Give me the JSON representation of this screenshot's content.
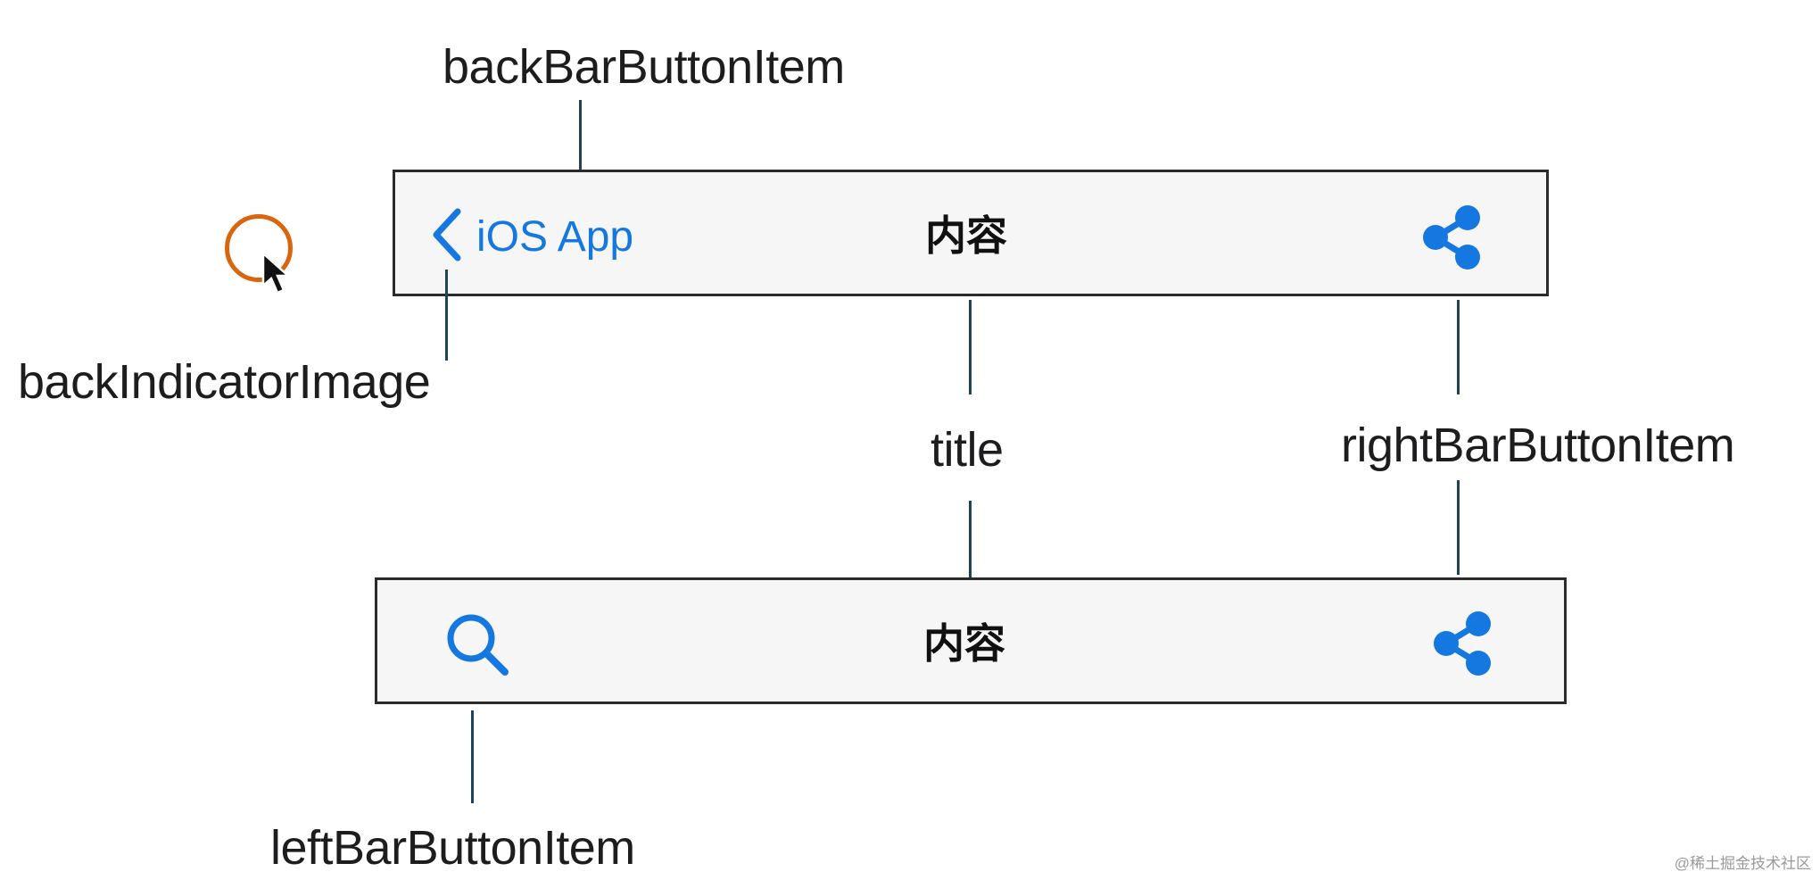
{
  "labels": {
    "back_bar_button_item": "backBarButtonItem",
    "back_indicator_image": "backIndicatorImage",
    "title": "title",
    "right_bar_button_item": "rightBarButtonItem",
    "left_bar_button_item": "leftBarButtonItem"
  },
  "top_bar": {
    "back_label": "iOS App",
    "title": "内容",
    "back_icon": "chevron-left-icon",
    "right_icon": "share-icon"
  },
  "bottom_bar": {
    "title": "内容",
    "left_icon": "search-icon",
    "right_icon": "share-icon"
  },
  "watermark": "@稀土掘金技术社区",
  "colors": {
    "accent": "#1478e0",
    "line": "#1f4452",
    "cursor_ring": "#d9660f",
    "bar_bg": "#f6f6f6"
  }
}
